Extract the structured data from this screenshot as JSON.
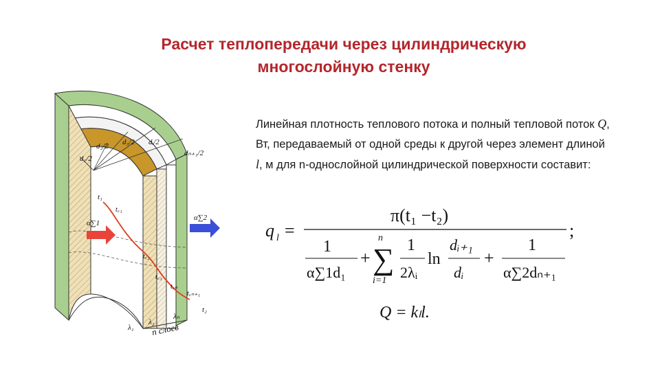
{
  "title": {
    "line1": "Расчет теплопередачи через цилиндрическую",
    "line2": "многослойную стенку"
  },
  "description": {
    "part1": "Линейная плотность теплового потока и полный тепловой поток ",
    "q_symbol": "Q",
    "part2": ", Вт, передаваемый от одной среды к другой через элемент длиной ",
    "l_symbol": "l",
    "part3": ", м для n-однослойной цилиндрической поверхности  составит:"
  },
  "figure": {
    "labels": {
      "d1": "d₁/2",
      "d2": "d₂/2",
      "d3": "d₃/2",
      "d4": "dᵢ/2",
      "dn1": "dₙ₊₁/2",
      "t1": "t₁",
      "tc1": "t꜀₁",
      "tc2": "t꜀₂",
      "tc3": "t꜀₃",
      "tcn": "t꜀ₙ",
      "tcn1": "t꜀ₙ₊₁",
      "t2": "t₂",
      "alpha1": "α∑1",
      "alpha2": "α∑2",
      "lambda1": "λ₁",
      "lambda2": "λ₂",
      "lambdan": "λₙ",
      "n_layers": "n слоев"
    },
    "colors": {
      "green": "#a9cf8f",
      "green_dark": "#6f9a58",
      "layer_gold": "#c9962a",
      "layer_light": "#efe0b8",
      "curve": "#e03a1e",
      "arrow_left": "#e8443a",
      "arrow_right": "#3b4fd8"
    }
  },
  "formula": {
    "lhs": "q",
    "lhs_sub": "l",
    "equals": "=",
    "numerator": "π(t₁ −t₂)",
    "term1_num": "1",
    "term1_den": "α∑1d₁",
    "plus": "+",
    "sum_top": "n",
    "sum_sign": "∑",
    "sum_bottom": "i=1",
    "term2_num": "1",
    "term2_den": "2λᵢ",
    "ln": "ln",
    "ratio_num": "dᵢ₊₁",
    "ratio_den": "dᵢ",
    "term3_num": "1",
    "term3_den": "α∑2dₙ₊₁",
    "semicolon": ";",
    "second_line": "Q = kₗl."
  }
}
